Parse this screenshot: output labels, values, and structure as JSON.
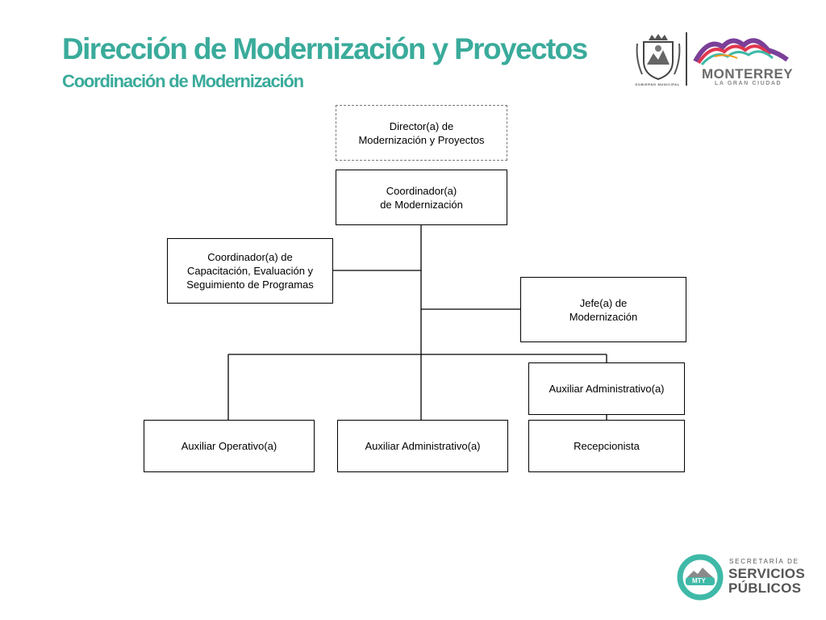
{
  "header": {
    "title": "Dirección de Modernización y Proyectos",
    "subtitle": "Coordinación de Modernización"
  },
  "logos": {
    "escudo_caption": "GOBIERNO MUNICIPAL",
    "monterrey_name": "MONTERREY",
    "monterrey_tagline": "LA GRAN CIUDAD",
    "servicios_badge": "MTY",
    "servicios_line1": "SECRETARÍA DE",
    "servicios_line2": "SERVICIOS",
    "servicios_line3": "PÚBLICOS"
  },
  "org_chart": {
    "director": "Director(a) de\nModernización y  Proyectos",
    "coordinador": "Coordinador(a)\nde Modernización",
    "coord_capacitacion": "Coordinador(a) de\nCapacitación, Evaluación y\nSeguimiento de Programas",
    "jefe_modernizacion": "Jefe(a) de\nModernización",
    "auxiliar_admin_right": "Auxiliar Administrativo(a)",
    "auxiliar_operativo": "Auxiliar Operativo(a)",
    "auxiliar_admin_center": "Auxiliar Administrativo(a)",
    "recepcionista": "Recepcionista"
  },
  "colors": {
    "title_teal": "#3aab9b",
    "logo_teal": "#3fb9a8",
    "line": "#000000"
  }
}
